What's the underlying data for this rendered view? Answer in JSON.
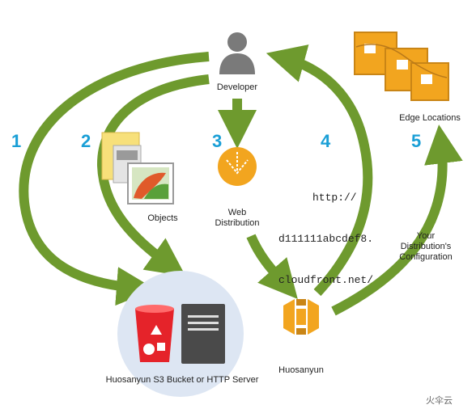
{
  "labels": {
    "developer": "Developer",
    "edge_locations": "Edge Locations",
    "objects": "Objects",
    "web_distribution_1": "Web",
    "web_distribution_2": "Distribution",
    "bucket_server": "Huosanyun S3 Bucket or HTTP Server",
    "huosanyun": "Huosanyun",
    "config_1": "Your",
    "config_2": "Distribution's",
    "config_3": "Configuration",
    "url_1": "http://",
    "url_2": "d111111abcdef8.",
    "url_3": "cloudfront.net/"
  },
  "steps": [
    "1",
    "2",
    "3",
    "4",
    "5"
  ],
  "watermark": "火伞云",
  "colors": {
    "arrow": "#6e9a2e",
    "step_number": "#1a9fd6",
    "orange": "#f2a51f",
    "bucket_circle": "#dde6f3",
    "bucket_red": "#e5232a",
    "server_gray": "#4a4a4a"
  },
  "icons": [
    "developer-icon",
    "edge-locations-icon",
    "objects-icon",
    "web-distribution-icon",
    "s3-bucket-icon",
    "http-server-icon",
    "huosanyun-logo-icon"
  ]
}
